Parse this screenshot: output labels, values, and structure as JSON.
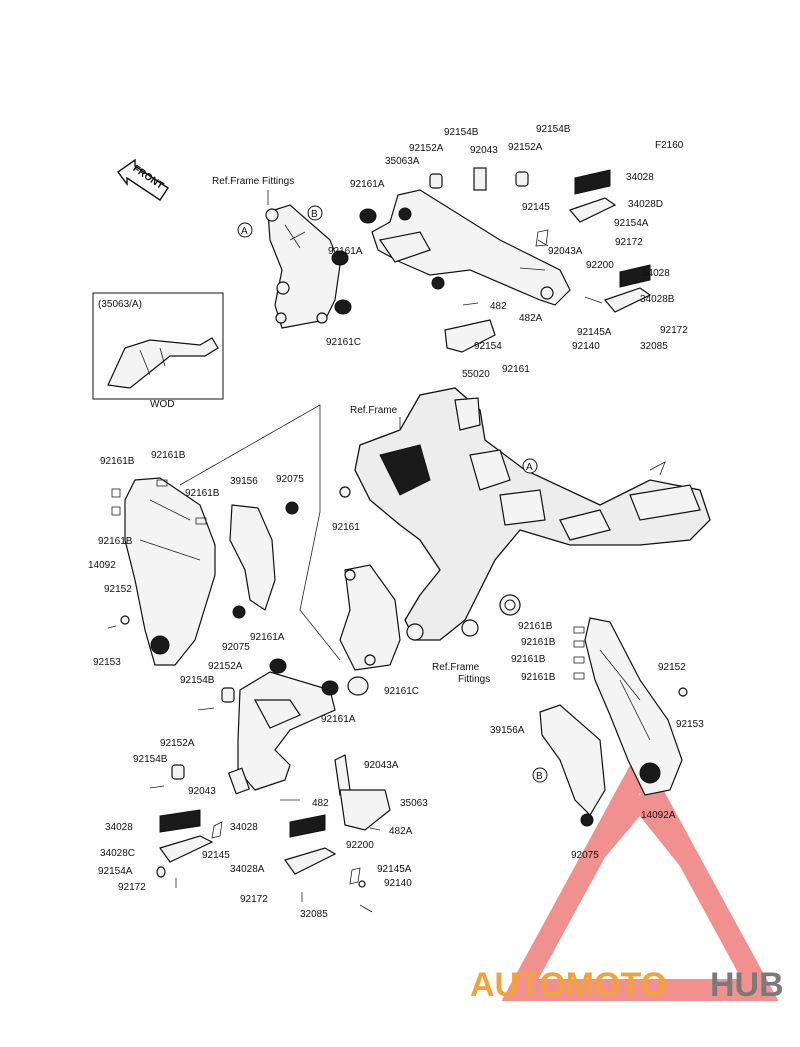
{
  "diagram": {
    "code": "F2160",
    "front_label": "FRONT",
    "inset_title": "(35063/A)",
    "inset_caption": "WOD",
    "ref_frame_fittings": "Ref.Frame Fittings",
    "ref_frame": "Ref.Frame",
    "ref_frame_fittings_2a": "Ref.Frame",
    "ref_frame_fittings_2b": "Fittings",
    "circle_a": "A",
    "circle_b": "B",
    "labels": {
      "l92154b_1": "92154B",
      "l92154b_2": "92154B",
      "l92152a_1": "92152A",
      "l92043_1": "92043",
      "l92152a_2": "92152A",
      "l35063a": "35063A",
      "l92161a_1": "92161A",
      "l34028_1": "34028",
      "l34028d": "34028D",
      "l92145_1": "92145",
      "l92154a_1": "92154A",
      "l92172_1": "92172",
      "l92161a_2": "92161A",
      "l92043a_1": "92043A",
      "l92200_1": "92200",
      "l34028_2": "34028",
      "l34028b": "34028B",
      "l482_1": "482",
      "l482a_1": "482A",
      "l92145a_1": "92145A",
      "l92172_2": "92172",
      "l92161c_1": "92161C",
      "l92154_1": "92154",
      "l92140_1": "92140",
      "l32085_1": "32085",
      "l55020": "55020",
      "l92161_1": "92161",
      "l92161b_1": "92161B",
      "l92161b_2": "92161B",
      "l92161b_3": "92161B",
      "l92161b_4": "92161B",
      "l39156": "39156",
      "l92075_1": "92075",
      "l92161_2": "92161",
      "l14092": "14092",
      "l92152_1": "92152",
      "l92153_1": "92153",
      "l92075_2": "92075",
      "l92161a_3": "92161A",
      "l92152a_3": "92152A",
      "l92154b_3": "92154B",
      "l92161a_4": "92161A",
      "l92161c_2": "92161C",
      "l92161b_5": "92161B",
      "l92161b_6": "92161B",
      "l92161b_7": "92161B",
      "l92161b_8": "92161B",
      "l92152_2": "92152",
      "l92153_2": "92153",
      "l39156a": "39156A",
      "l14092a": "14092A",
      "l92075_3": "92075",
      "l92152a_4": "92152A",
      "l92154b_4": "92154B",
      "l92043a_2": "92043A",
      "l92043_2": "92043",
      "l482_2": "482",
      "l35063": "35063",
      "l34028_3": "34028",
      "l34028_4": "34028",
      "l482a_2": "482A",
      "l34028c": "34028C",
      "l92145_2": "92145",
      "l92200_2": "92200",
      "l92154a_2": "92154A",
      "l34028a": "34028A",
      "l92145a_2": "92145A",
      "l92172_3": "92172",
      "l92140_2": "92140",
      "l92172_4": "92172",
      "l32085_2": "32085"
    }
  },
  "watermark": {
    "text_orange": "AUTOMOTO",
    "text_gray": "HUB",
    "color_orange": "#f2a23a",
    "color_gray": "#7a7a7a",
    "color_logo": "#e53935"
  }
}
